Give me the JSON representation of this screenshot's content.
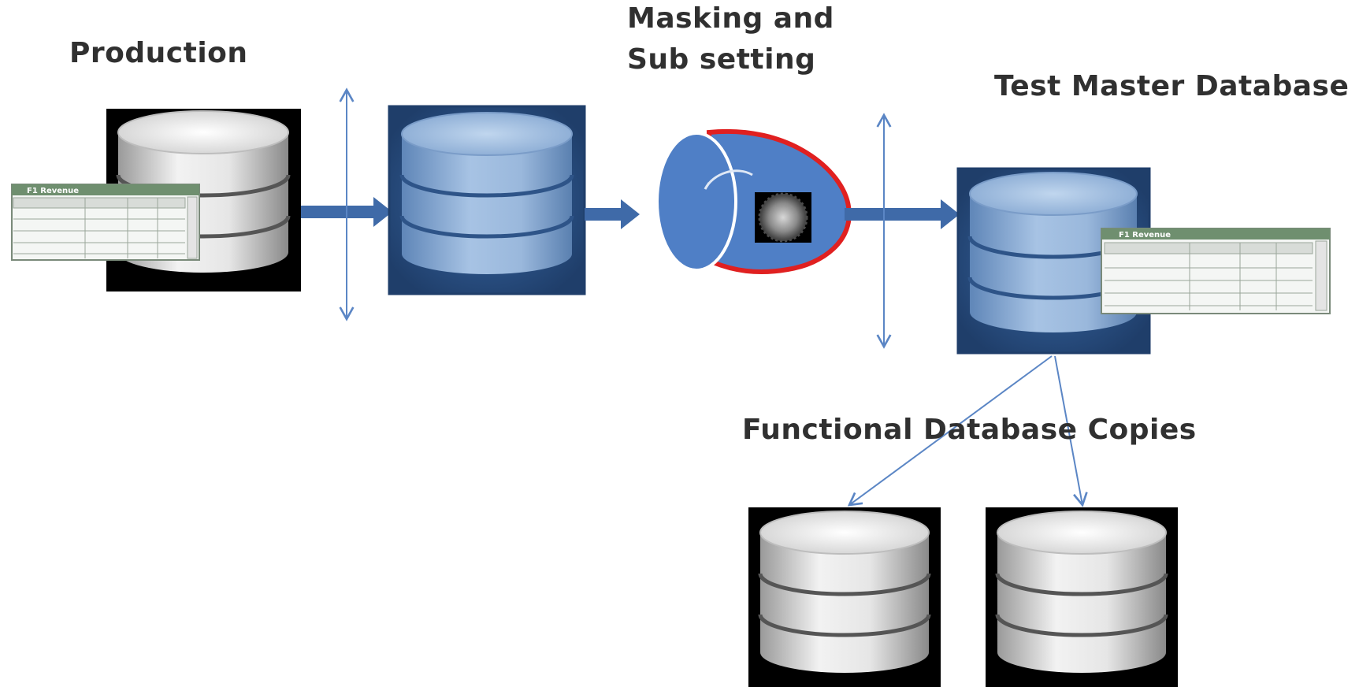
{
  "labels": {
    "production": "Production",
    "masking_line1": "Masking and",
    "masking_line2": "Sub setting",
    "test_master": "Test Master Database",
    "functional_copies": "Functional Database Copies"
  },
  "mini_table": {
    "title": "F1 Revenue"
  },
  "colors": {
    "arrow_blue": "#3f6aa8",
    "thin_arrow_blue": "#5b86c5",
    "blue_box": "#2e5488",
    "blue_cylinder": "#8fb0d8",
    "mask_blue": "#4f7fc6",
    "mask_border_red": "#e02020",
    "grey_cylinder": "#cfcfcf"
  }
}
